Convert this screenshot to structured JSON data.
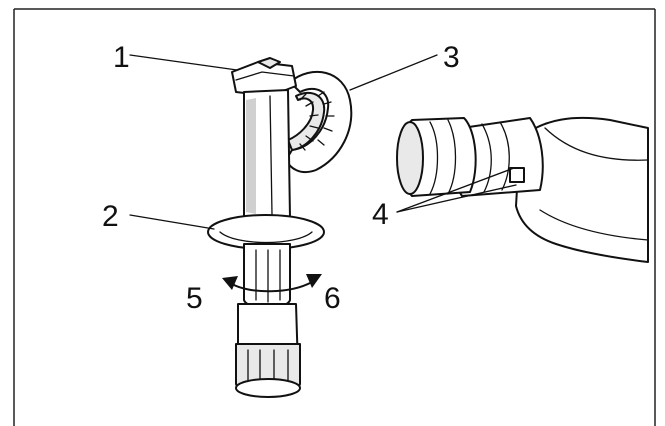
{
  "callouts": [
    {
      "id": "1",
      "text": "1"
    },
    {
      "id": "2",
      "text": "2"
    },
    {
      "id": "3",
      "text": "3"
    },
    {
      "id": "4",
      "text": "4"
    },
    {
      "id": "5",
      "text": "5"
    },
    {
      "id": "6",
      "text": "6"
    }
  ],
  "colors": {
    "ink": "#111111",
    "background": "#ffffff",
    "part_fill": "#e9e9e9"
  }
}
